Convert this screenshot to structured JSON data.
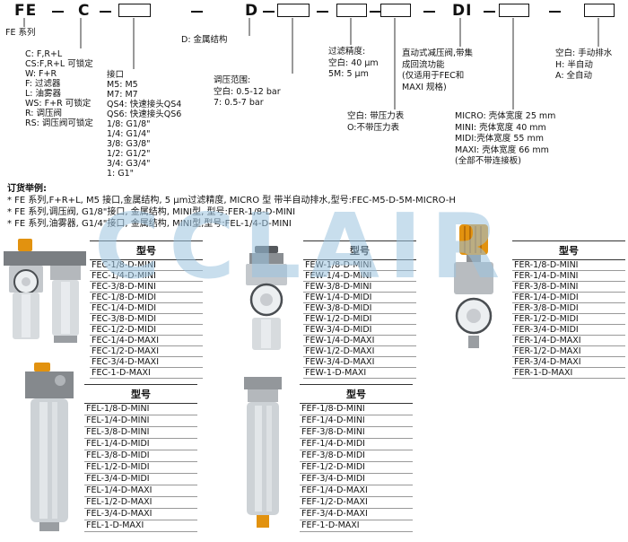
{
  "code": {
    "series": "FE",
    "type_letter": "C",
    "structure_letter": "D",
    "di_letter": "DI"
  },
  "annotations": {
    "series_label": "FE 系列",
    "structure_label": "D: 金属结构",
    "product_types": [
      "C: F,R+L",
      "CS:F,R+L 可锁定",
      "W: F+R",
      "F: 过滤器",
      "L: 油雾器",
      "WS: F+R 可锁定",
      "R: 调压阀",
      "RS: 调压阀可锁定"
    ],
    "ports": [
      "接口",
      "M5: M5",
      "M7: M7",
      "QS4: 快速接头QS4",
      "QS6: 快速接头QS6",
      "1/8: G1/8\"",
      "1/4: G1/4\"",
      "3/8: G3/8\"",
      "1/2: G1/2\"",
      "3/4: G3/4\"",
      "1: G1\""
    ],
    "pressure_range": [
      "调压范围:",
      "空白: 0.5-12 bar",
      "7: 0.5-7 bar"
    ],
    "filtration": [
      "过滤精度:",
      "空白: 40 μm",
      "5M: 5 μm"
    ],
    "gauge": [
      "空白: 带压力表",
      "O:不带压力表"
    ],
    "di_note": [
      "直动式减压阀,带集",
      "成回流功能",
      "(仅适用于FEC和",
      "MAXI 规格)"
    ],
    "sizes": [
      "MICRO: 壳体宽度 25 mm",
      "MINI: 壳体宽度 40 mm",
      "MIDI:壳体宽度 55 mm",
      "MAXI: 壳体宽度 66 mm",
      "(全部不带连接板)"
    ],
    "drain": [
      "空白: 手动排水",
      "H: 半自动",
      "A: 全自动"
    ]
  },
  "ordering": {
    "title": "订货举例:",
    "examples": [
      "* FE 系列,F+R+L, M5 接口,金属结构, 5 μm过滤精度, MICRO 型 带半自动排水,型号:FEC-M5-D-5M-MICRO-H",
      "* FE 系列,调压阀, G1/8\"接口, 金属结构, MINI型, 型号:FER-1/8-D-MINI",
      "* FE 系列,油雾器, G1/4\"接口, 金属结构, MINI型,型号:FEL-1/4-D-MINI"
    ]
  },
  "watermark": "CCLAIR",
  "tables": [
    {
      "id": "FEC",
      "header": "型号",
      "rows": [
        "FEC-1/8-D-MINI",
        "FEC-1/4-D-MINI",
        "FEC-3/8-D-MINI",
        "FEC-1/8-D-MIDI",
        "FEC-1/4-D-MIDI",
        "FEC-3/8-D-MIDI",
        "FEC-1/2-D-MIDI",
        "FEC-1/4-D-MAXI",
        "FEC-1/2-D-MAXI",
        "FEC-3/4-D-MAXI",
        "FEC-1-D-MAXI"
      ]
    },
    {
      "id": "FEW",
      "header": "型号",
      "rows": [
        "FEW-1/8-D-MINI",
        "FEW-1/4-D-MINI",
        "FEW-3/8-D-MINI",
        "FEW-1/4-D-MIDI",
        "FEW-3/8-D-MIDI",
        "FEW-1/2-D-MIDI",
        "FEW-3/4-D-MIDI",
        "FEW-1/4-D-MAXI",
        "FEW-1/2-D-MAXI",
        "FEW-3/4-D-MAXI",
        "FEW-1-D-MAXI"
      ]
    },
    {
      "id": "FER",
      "header": "型号",
      "rows": [
        "FER-1/8-D-MINI",
        "FER-1/4-D-MINI",
        "FER-3/8-D-MINI",
        "FER-1/4-D-MIDI",
        "FER-3/8-D-MIDI",
        "FER-1/2-D-MIDI",
        "FER-3/4-D-MIDI",
        "FER-1/4-D-MAXI",
        "FER-1/2-D-MAXI",
        "FER-3/4-D-MAXI",
        "FER-1-D-MAXI"
      ]
    },
    {
      "id": "FEL",
      "header": "型号",
      "rows": [
        "FEL-1/8-D-MINI",
        "FEL-1/4-D-MINI",
        "FEL-3/8-D-MINI",
        "FEL-1/4-D-MIDI",
        "FEL-3/8-D-MIDI",
        "FEL-1/2-D-MIDI",
        "FEL-3/4-D-MIDI",
        "FEL-1/4-D-MAXI",
        "FEL-1/2-D-MAXI",
        "FEL-3/4-D-MAXI",
        "FEL-1-D-MAXI"
      ]
    },
    {
      "id": "FEF",
      "header": "型号",
      "rows": [
        "FEF-1/8-D-MINI",
        "FEF-1/4-D-MINI",
        "FEF-3/8-D-MINI",
        "FEF-1/4-D-MIDI",
        "FEF-3/8-D-MIDI",
        "FEF-1/2-D-MIDI",
        "FEF-3/4-D-MIDI",
        "FEF-1/4-D-MAXI",
        "FEF-1/2-D-MAXI",
        "FEF-3/4-D-MAXI",
        "FEF-1-D-MAXI"
      ]
    }
  ]
}
